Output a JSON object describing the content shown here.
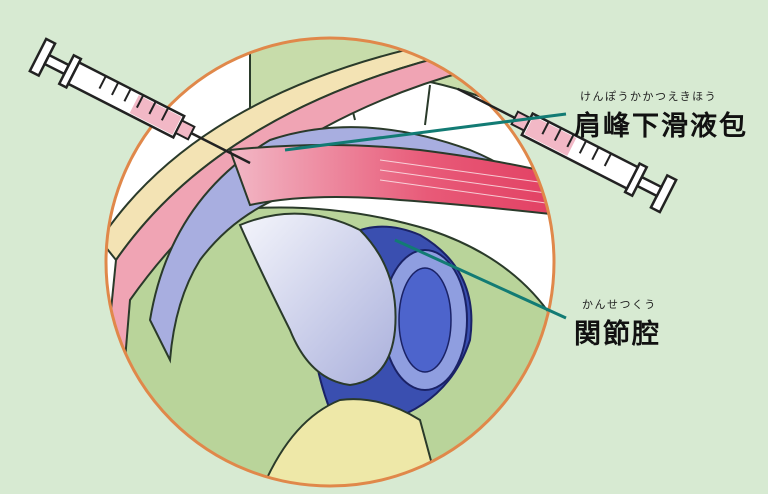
{
  "labels": {
    "bursa": {
      "ruby": "けんぽうかかつえきほう",
      "text": "肩峰下滑液包"
    },
    "joint": {
      "ruby": "かんせつくう",
      "text": "関節腔"
    }
  },
  "colors": {
    "background": "#d7ead2",
    "circle_border": "#e0884a",
    "bursa_fill": "#a8aee0",
    "muscle_fill": "#e85a78",
    "bone_fill": "#b9d49a",
    "humeral_head": "#d8dcf0",
    "joint_fill": "#3a4fb0",
    "leader_line": "#127b74"
  },
  "icons": [
    "syringe-icon",
    "syringe-icon"
  ]
}
